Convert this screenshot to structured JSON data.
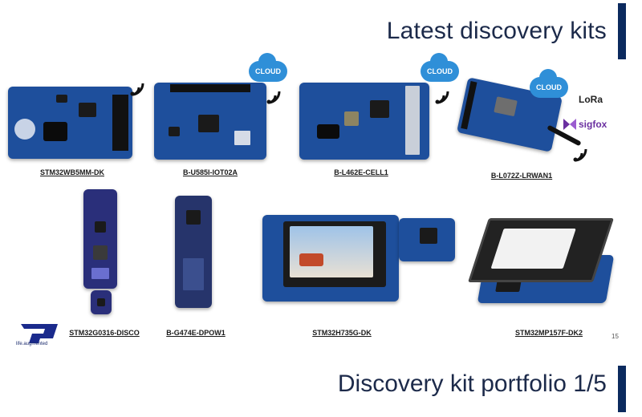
{
  "slide": {
    "title_top": "Latest discovery kits",
    "title_bottom": "Discovery kit portfolio 1/5",
    "page_number": "15",
    "logo_tagline": "life.augmented"
  },
  "badges": {
    "cloud": "CLOUD",
    "lora": "LoRa",
    "sigfox": "sigfox"
  },
  "kits": [
    {
      "name": "STM32WB5MM-DK"
    },
    {
      "name": "B-U585I-IOT02A"
    },
    {
      "name": "B-L462E-CELL1"
    },
    {
      "name": "B-L072Z-LRWAN1"
    },
    {
      "name": "STM32G0316-DISCO"
    },
    {
      "name": "B-G474E-DPOW1"
    },
    {
      "name": "STM32H735G-DK"
    },
    {
      "name": "STM32MP157F-DK2"
    }
  ],
  "colors": {
    "board_blue": "#1e4f9c",
    "accent_navy": "#0b2a5e",
    "cloud_blue": "#2f8fd8"
  }
}
